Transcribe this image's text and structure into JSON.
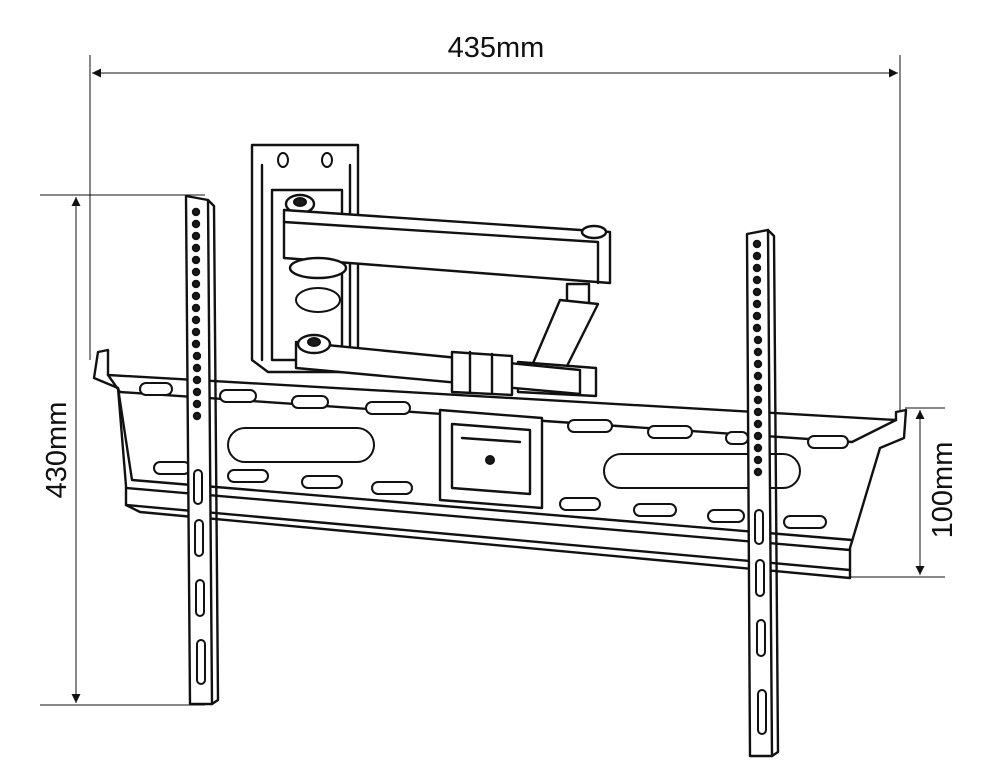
{
  "diagram": {
    "dimensions": {
      "width_label": "435mm",
      "height_label": "430mm",
      "depth_label": "100mm"
    }
  }
}
